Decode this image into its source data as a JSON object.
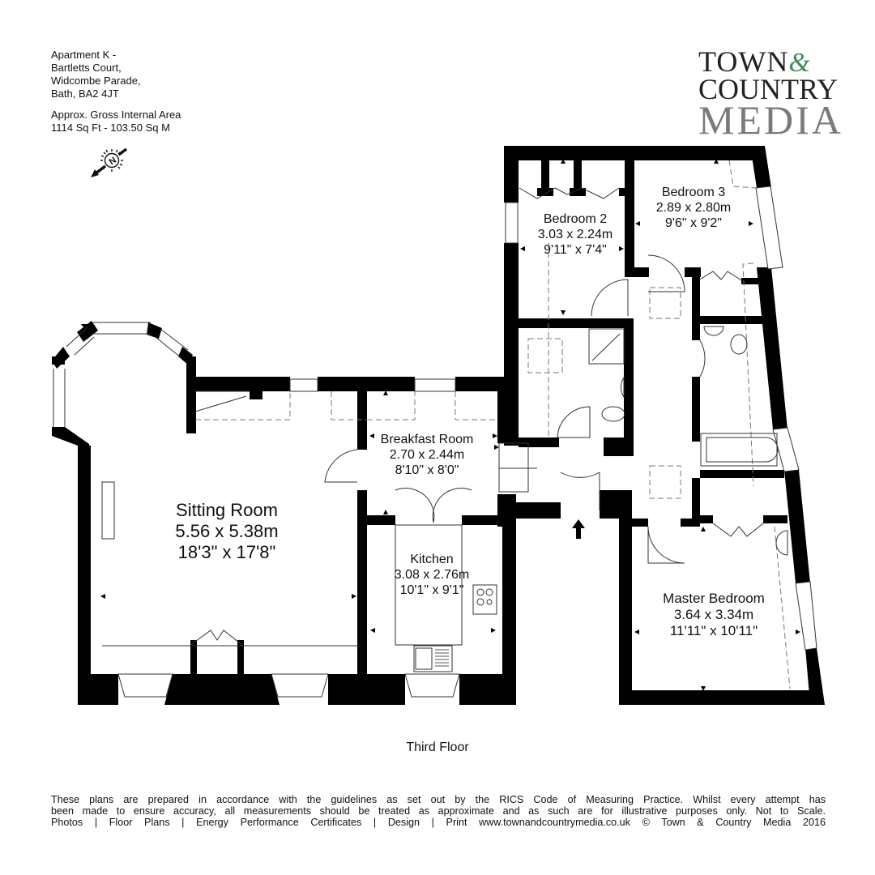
{
  "property": {
    "address_lines": [
      "Apartment K -",
      "Bartletts Court,",
      "Widcombe Parade,",
      "Bath, BA2 4JT"
    ],
    "area_label": "Approx. Gross Internal Area",
    "area_value": "1114 Sq Ft - 103.50 Sq M"
  },
  "compass": {
    "icon": "north-compass-icon",
    "label": "N"
  },
  "logo": {
    "line1": "TOWN",
    "ampersand": "&",
    "line2": "COUNTRY",
    "line3": "MEDIA",
    "colors": {
      "primary": "#222222",
      "accent": "#3f8a5c",
      "secondary": "#7a7a7a"
    }
  },
  "rooms": [
    {
      "name": "Sitting Room",
      "metric": "5.56 x 5.38m",
      "imperial": "18'3\" x 17'8\""
    },
    {
      "name": "Breakfast Room",
      "metric": "2.70 x 2.44m",
      "imperial": "8'10\" x 8'0\""
    },
    {
      "name": "Kitchen",
      "metric": "3.08 x 2.76m",
      "imperial": "10'1\" x 9'1\""
    },
    {
      "name": "Bedroom 2",
      "metric": "3.03 x 2.24m",
      "imperial": "9'11\" x 7'4\""
    },
    {
      "name": "Bedroom 3",
      "metric": "2.89 x 2.80m",
      "imperial": "9'6\" x 9'2\""
    },
    {
      "name": "Master Bedroom",
      "metric": "3.64 x 3.34m",
      "imperial": "11'11\" x 10'11\""
    }
  ],
  "entrance": {
    "icon": "entrance-arrow-icon"
  },
  "floor_label": "Third Floor",
  "footer": {
    "line1": "These plans are prepared in accordance with the guidelines as set out by the RICS Code of Measuring Practice. Whilst every attempt has",
    "line2": "been made to ensure accuracy, all measurements should be treated as approximate and as such are for illustrative purposes only. Not to Scale.",
    "line3": "Photos | Floor Plans | Energy Performance Certificates | Design | Print www.townandcountrymedia.co.uk © Town & Country Media 2016"
  }
}
